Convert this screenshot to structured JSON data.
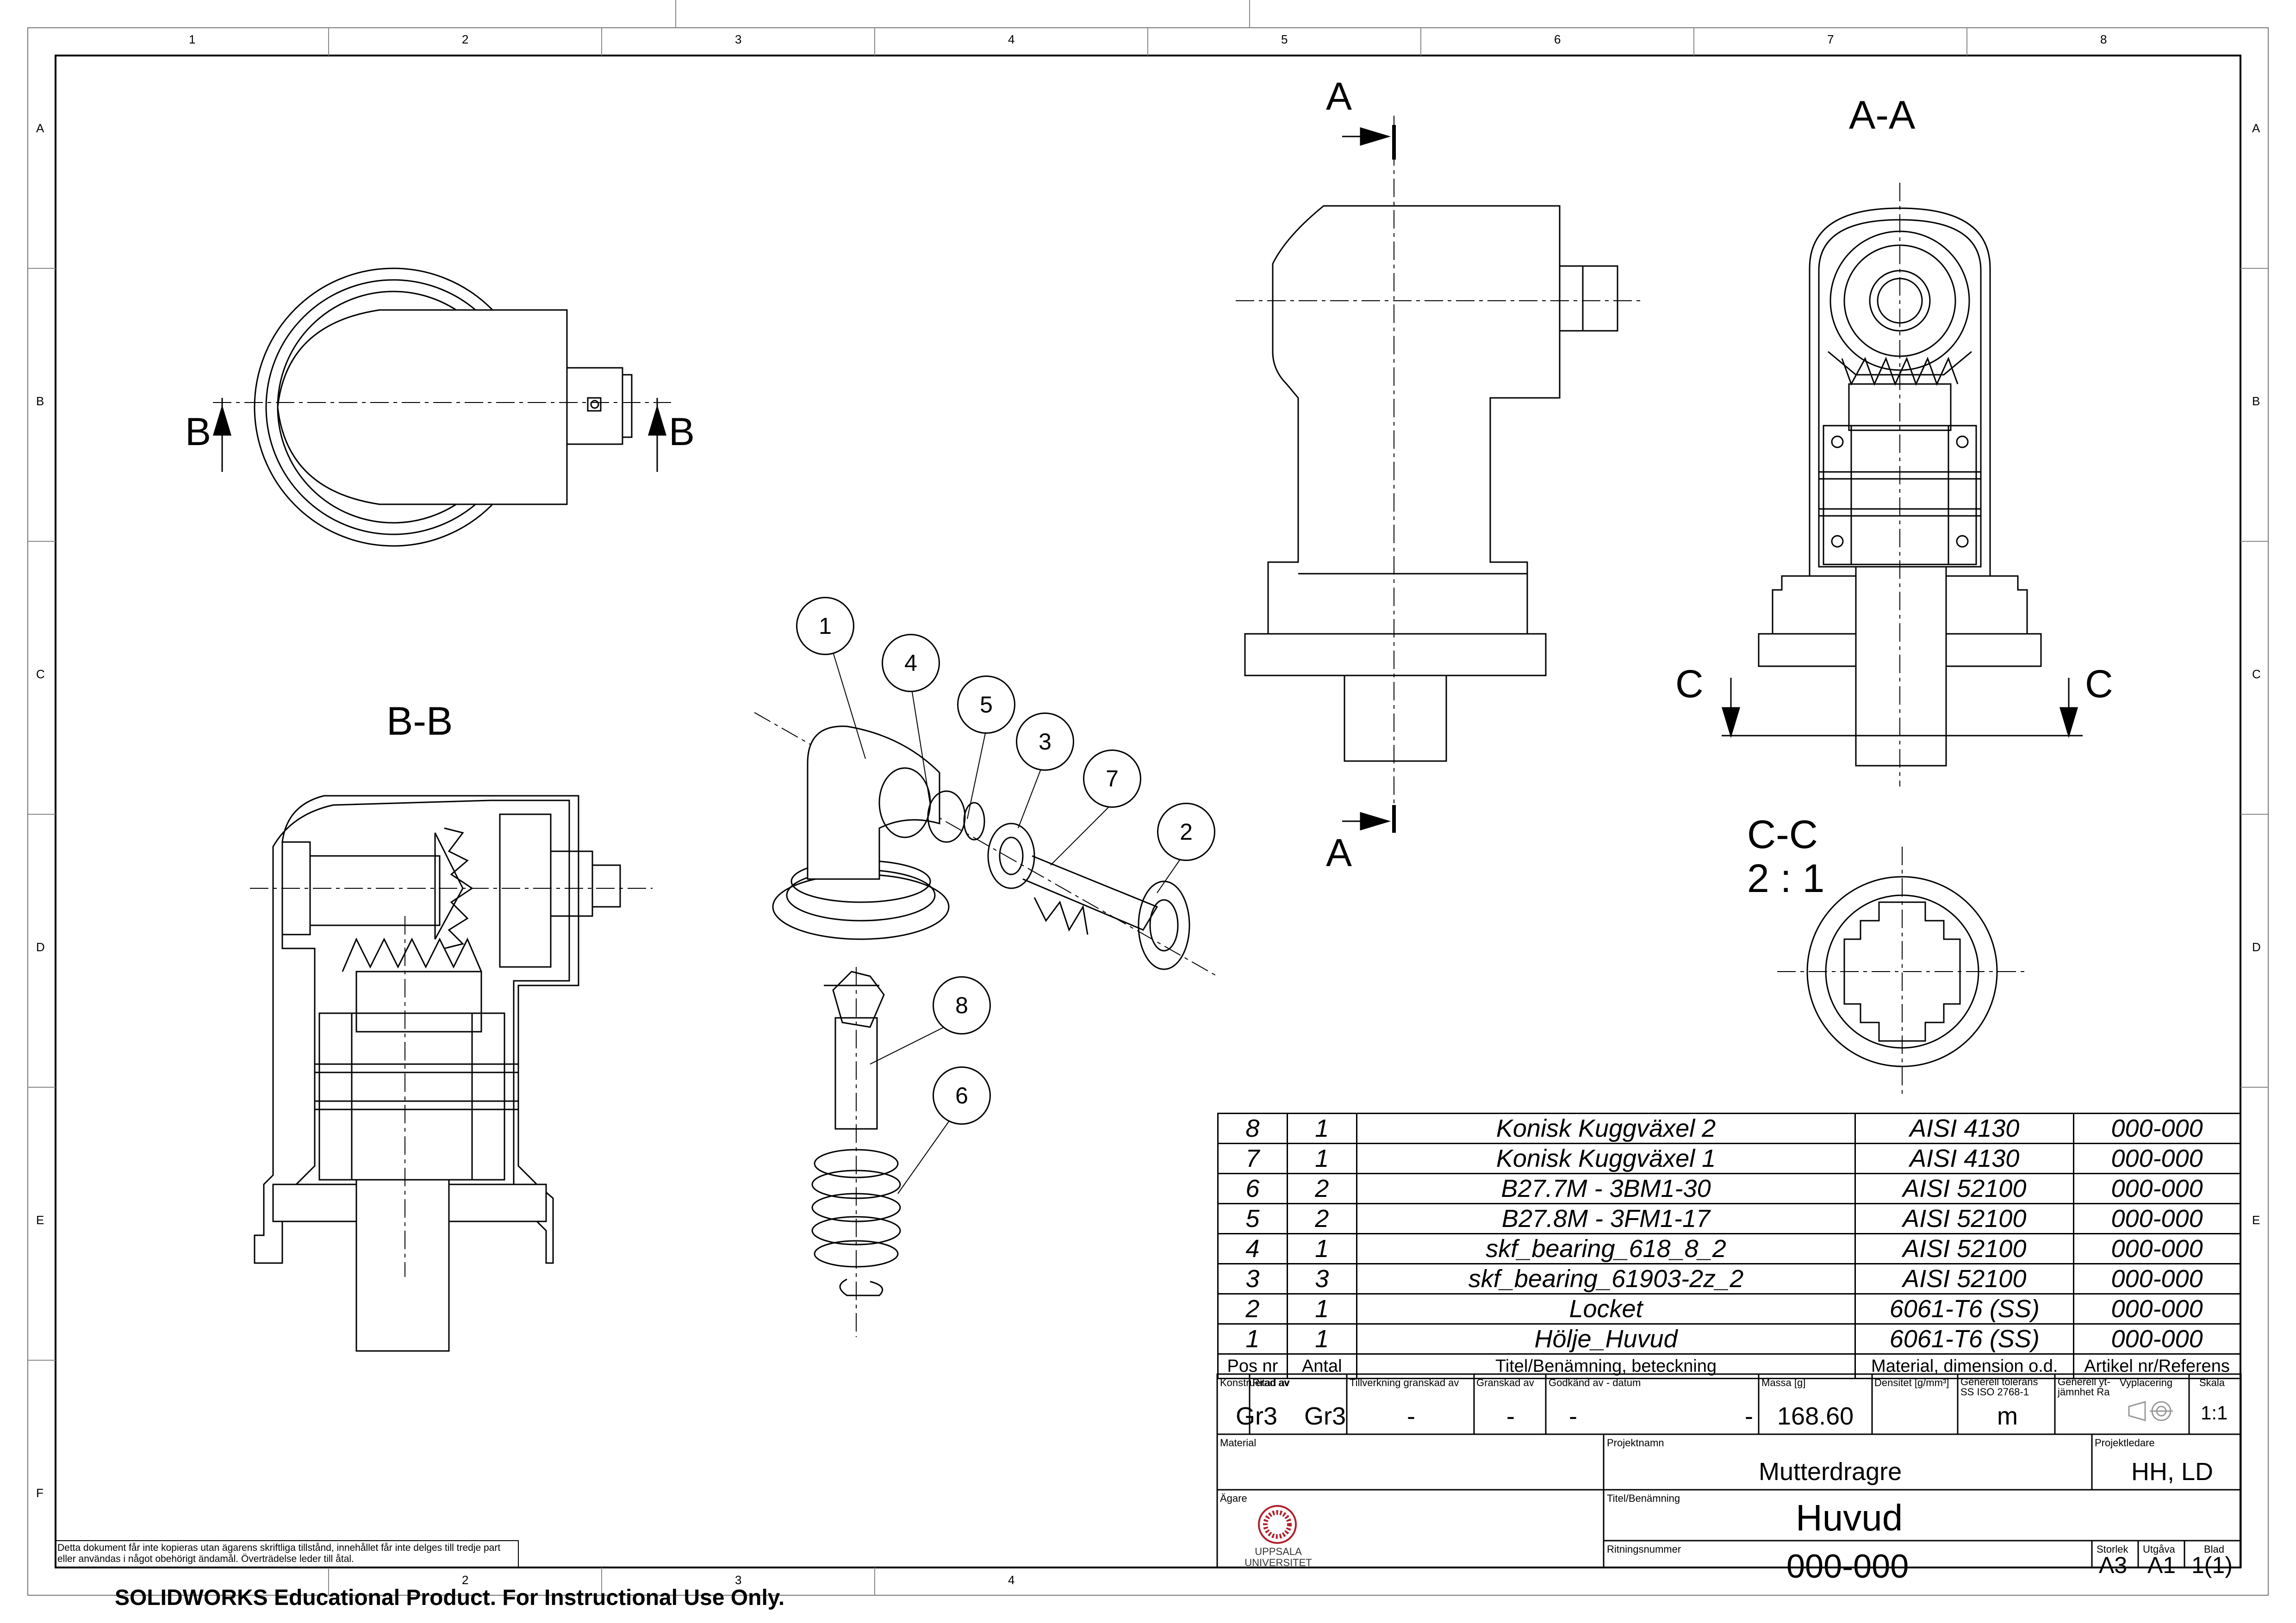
{
  "border": {
    "columns": [
      "1",
      "2",
      "3",
      "4",
      "5",
      "6",
      "7",
      "8"
    ],
    "rows": [
      "A",
      "B",
      "C",
      "D",
      "E",
      "F"
    ]
  },
  "views": {
    "section_bb": "B-B",
    "section_aa": "A-A",
    "section_cc": "C-C",
    "section_cc_scale": "2 : 1",
    "cut_a": "A",
    "cut_b": "B",
    "cut_c": "C"
  },
  "balloons": [
    "1",
    "4",
    "5",
    "3",
    "7",
    "2",
    "8",
    "6"
  ],
  "bom": {
    "header": [
      "Pos nr",
      "Antal",
      "Titel/Benämning, beteckning",
      "Material, dimension o.d.",
      "Artikel nr/Referens"
    ],
    "rows": [
      [
        "8",
        "1",
        "Konisk Kuggväxel 2",
        "AISI 4130",
        "000-000"
      ],
      [
        "7",
        "1",
        "Konisk Kuggväxel 1",
        "AISI 4130",
        "000-000"
      ],
      [
        "6",
        "2",
        "B27.7M - 3BM1-30",
        "AISI 52100",
        "000-000"
      ],
      [
        "5",
        "2",
        "B27.8M - 3FM1-17",
        "AISI 52100",
        "000-000"
      ],
      [
        "4",
        "1",
        "skf_bearing_618_8_2",
        "AISI 52100",
        "000-000"
      ],
      [
        "3",
        "3",
        "skf_bearing_61903-2z_2",
        "AISI 52100",
        "000-000"
      ],
      [
        "2",
        "1",
        "Locket",
        "6061-T6 (SS)",
        "000-000"
      ],
      [
        "1",
        "1",
        "Hölje_Huvud",
        "6061-T6 (SS)",
        "000-000"
      ]
    ]
  },
  "title_block": {
    "konstruerad_label": "Konstruerad av",
    "konstruerad": "Gr3",
    "ritad_label": "Ritad av",
    "ritad": "Gr3",
    "tillverkning_label": "Tillverkning granskad av",
    "tillverkning": "-",
    "granskad_label": "Granskad av",
    "granskad": "-",
    "godkand_label": "Godkänd av  - datum",
    "godkand": "-",
    "godkand_datum": "-",
    "massa_label": "Massa [g]",
    "massa": "168.60",
    "densitet_label": "Densitet [g/mm³]",
    "tolerans_label": "Generell tolerans SS ISO 2768-1",
    "tolerans": "m",
    "ytjamnhet_label": "Generell yt-jämnhet Ra",
    "vyplacering_label": "Vyplacering",
    "skala_label": "Skala",
    "skala": "1:1",
    "material_label": "Material",
    "projektnamn_label": "Projektnamn",
    "projektnamn": "Mutterdragre",
    "projektledare_label": "Projektledare",
    "projektledare": "HH, LD",
    "agare_label": "Ägare",
    "agare_logo_text": "UPPSALA UNIVERSITET",
    "titel_label": "Titel/Benämning",
    "titel": "Huvud",
    "ritningsnummer_label": "Ritningsnummer",
    "ritningsnummer": "000-000",
    "storlek_label": "Storlek",
    "storlek": "A3",
    "utgava_label": "Utgåva",
    "utgava": "A1",
    "blad_label": "Blad",
    "blad": "1(1)"
  },
  "notice": "Detta dokument får inte kopieras utan ägarens skriftliga tillstånd, innehållet får inte delges till tredje part eller användas i något obehörigt ändamål. Överträdelse leder till åtal.",
  "watermark": "SOLIDWORKS Educational Product. For Instructional Use Only."
}
